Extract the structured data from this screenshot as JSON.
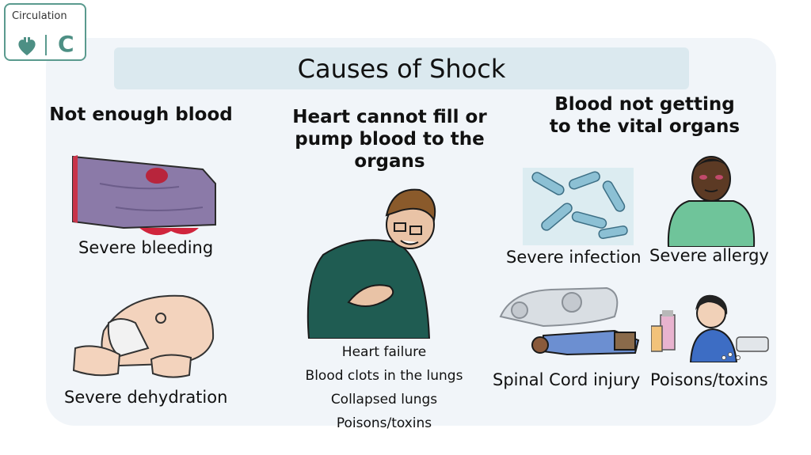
{
  "badge": {
    "label": "Circulation",
    "letter": "C",
    "icon": "heart-icon"
  },
  "title": "Causes of Shock",
  "columns": [
    {
      "heading": "Not enough blood",
      "items": [
        {
          "label": "Severe bleeding",
          "image": "bleeding-leg-image"
        },
        {
          "label": "Severe dehydration",
          "image": "dehydrated-baby-image"
        }
      ]
    },
    {
      "heading_lines": [
        "Heart cannot fill or",
        "pump blood to the",
        "organs"
      ],
      "image": "chest-pain-man-image",
      "list": [
        "Heart failure",
        "Blood clots in the lungs",
        "Collapsed lungs",
        "Poisons/toxins"
      ]
    },
    {
      "heading_lines": [
        "Blood not getting",
        "to the vital organs"
      ],
      "items": [
        {
          "label": "Severe infection",
          "image": "bacteria-image"
        },
        {
          "label": "Severe allergy",
          "image": "allergic-reaction-image"
        },
        {
          "label": "Spinal Cord injury",
          "image": "car-accident-image"
        },
        {
          "label": "Poisons/toxins",
          "image": "child-with-pills-image"
        }
      ]
    }
  ],
  "colors": {
    "badge": "#5a9a8e",
    "title_bar": "#dbe9ef",
    "panel": "#f1f5f9"
  }
}
